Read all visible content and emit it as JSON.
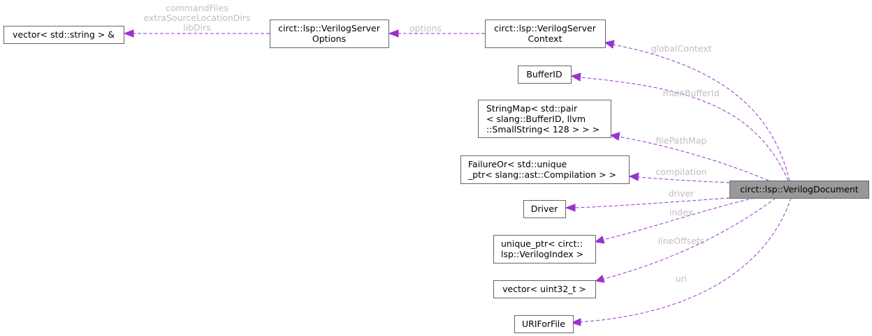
{
  "diagram": {
    "nodes": {
      "verilog_document": "circt::lsp::VerilogDocument",
      "server_context": [
        "circt::lsp::VerilogServer",
        "Context"
      ],
      "server_options": [
        "circt::lsp::VerilogServer",
        "Options"
      ],
      "vector_string": "vector< std::string > &",
      "buffer_id": "BufferID",
      "string_map": [
        "StringMap< std::pair",
        "< slang::BufferID, llvm",
        "::SmallString< 128 > > >"
      ],
      "failure_or": [
        "FailureOr< std::unique",
        "_ptr< slang::ast::Compilation > >"
      ],
      "driver": "Driver",
      "unique_ptr_index": [
        "unique_ptr< circt::",
        "lsp::VerilogIndex >"
      ],
      "vector_uint32": "vector< uint32_t >",
      "uri_for_file": "URIForFile"
    },
    "edges": {
      "options": "options",
      "vector_labels": [
        "commandFiles",
        "extraSourceLocationDirs",
        "libDirs"
      ],
      "globalContext": "globalContext",
      "mainBufferId": "mainBufferId",
      "filePathMap": "filePathMap",
      "compilation": "compilation",
      "driver": "driver",
      "index": "index",
      "lineOffsets": "lineOffsets",
      "uri": "uri"
    },
    "colors": {
      "edge": "#9a32cd",
      "edge_label": "#bfbfbf",
      "node_border": "#666666",
      "focus_fill": "#999999"
    }
  }
}
